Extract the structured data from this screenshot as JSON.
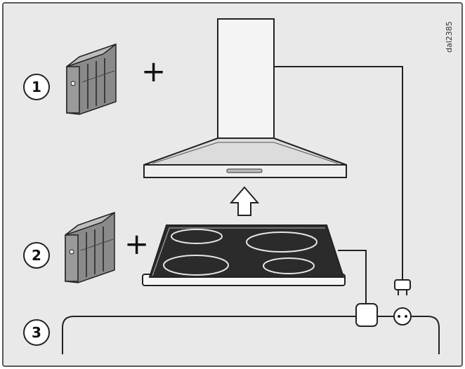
{
  "figure": {
    "code": "dal2385",
    "steps": [
      {
        "number": "1",
        "symbol": "+"
      },
      {
        "number": "2",
        "symbol": "+"
      },
      {
        "number": "3"
      }
    ]
  }
}
